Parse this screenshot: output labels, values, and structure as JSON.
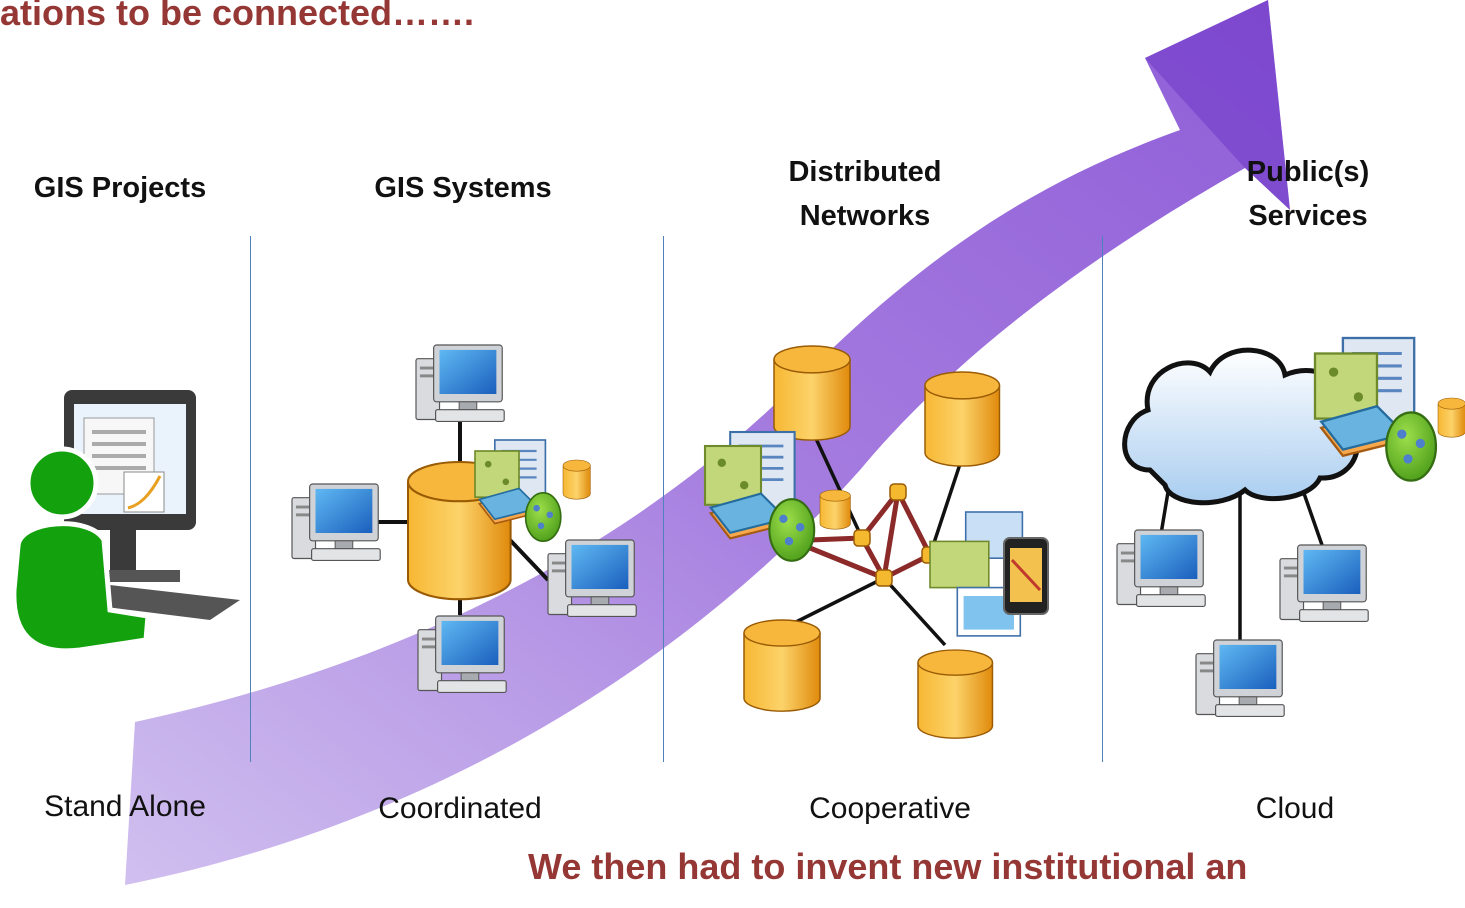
{
  "top_title": "ations to be connected…….",
  "bottom_title": "We then had to invent new institutional an",
  "columns": [
    {
      "heading": "GIS Projects",
      "caption": "Stand Alone"
    },
    {
      "heading": "GIS Systems",
      "caption": "Coordinated"
    },
    {
      "heading_line1": "Distributed",
      "heading_line2": "Networks",
      "caption": "Cooperative"
    },
    {
      "heading_line1": "Public(s)",
      "heading_line2": "Services",
      "caption": "Cloud"
    }
  ],
  "colors": {
    "title_red": "#953734",
    "arrow_purple": "#9b6fd8",
    "divider_blue": "#4f81bd",
    "cylinder_orange": "#f3a21b",
    "person_green": "#13a10e"
  },
  "icons": [
    "person-at-computer-icon",
    "computer-icon",
    "database-icon",
    "map-layers-icon",
    "cloud-icon",
    "smartphone-icon"
  ]
}
